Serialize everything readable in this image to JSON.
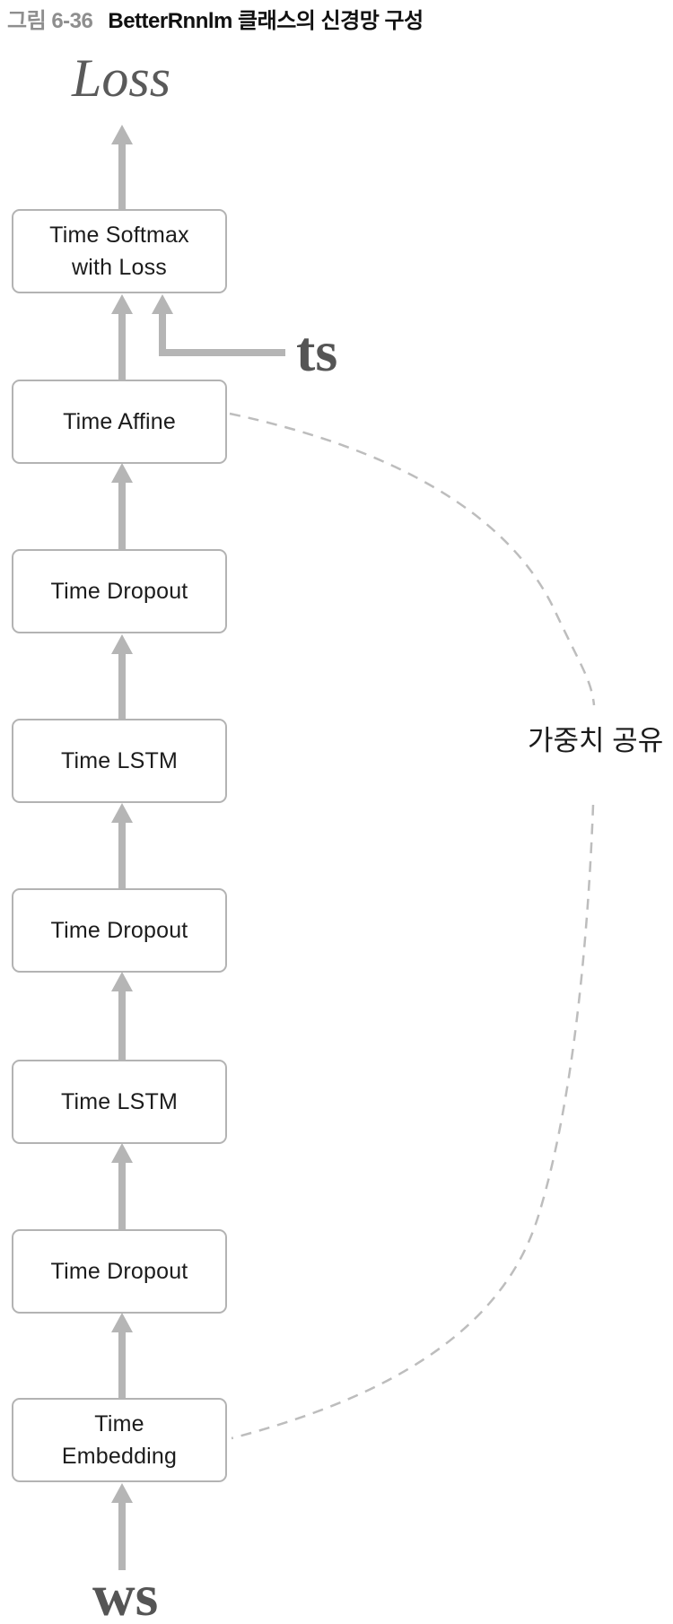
{
  "caption": {
    "tag": "그림 6-36",
    "title": "BetterRnnlm 클래스의 신경망 구성"
  },
  "diagram": {
    "output_label": "Loss",
    "target_label": "ts",
    "input_label": "ws",
    "weight_sharing_label": "가중치 공유",
    "layers": [
      {
        "label": "Time Softmax with Loss"
      },
      {
        "label": "Time Affine"
      },
      {
        "label": "Time Dropout"
      },
      {
        "label": "Time LSTM"
      },
      {
        "label": "Time Dropout"
      },
      {
        "label": "Time LSTM"
      },
      {
        "label": "Time Dropout"
      },
      {
        "label": "Time Embedding"
      }
    ]
  },
  "colors": {
    "arrow": "#b5b5b5",
    "box_border": "#b3b3b3",
    "dashed_curve": "#bdbdbd",
    "serif_label_text": "#595959",
    "caption_tag": "#8e8e8e",
    "text": "#1a1a1a"
  }
}
